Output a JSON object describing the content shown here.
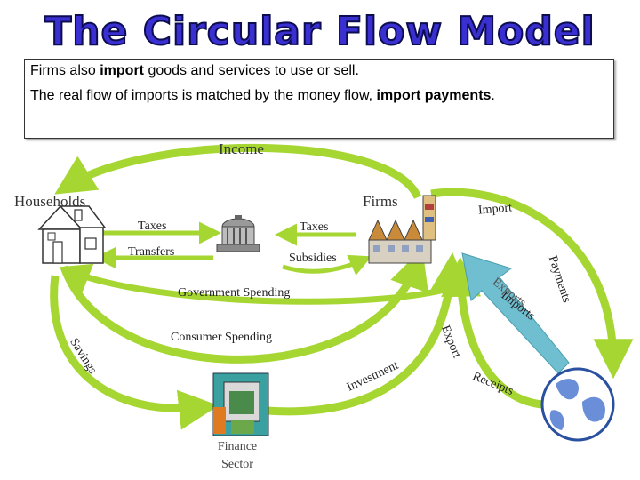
{
  "title": "The Circular Flow Model",
  "info": {
    "line1_pre": "Firms also ",
    "line1_bold": "import",
    "line1_post": " goods and services to use or sell.",
    "line2_pre": "The real flow of imports is matched by the money flow, ",
    "line2_bold": "import payments",
    "line2_post": "."
  },
  "labels": {
    "income": "Income",
    "households": "Households",
    "firms": "Firms",
    "import": "Import",
    "taxes_left": "Taxes",
    "taxes_right": "Taxes",
    "transfers": "Transfers",
    "subsidies": "Subsidies",
    "payments": "Payments",
    "government_spending": "Government Spending",
    "exports_hidden": "Exports",
    "imports": "Imports",
    "consumer_spending": "Consumer Spending",
    "export": "Export",
    "savings": "Savings",
    "investment": "Investment",
    "receipts": "Receipts",
    "finance_line1": "Finance",
    "finance_line2": "Sector"
  },
  "colors": {
    "flow_green": "#a6d631",
    "flow_green_dark": "#7fb21a",
    "imports_teal": "#6fbfd0",
    "title_blue": "#3a2fd0"
  },
  "icons": [
    "house-icon",
    "factory-icon",
    "government-building-icon",
    "bank-icon",
    "globe-icon"
  ]
}
